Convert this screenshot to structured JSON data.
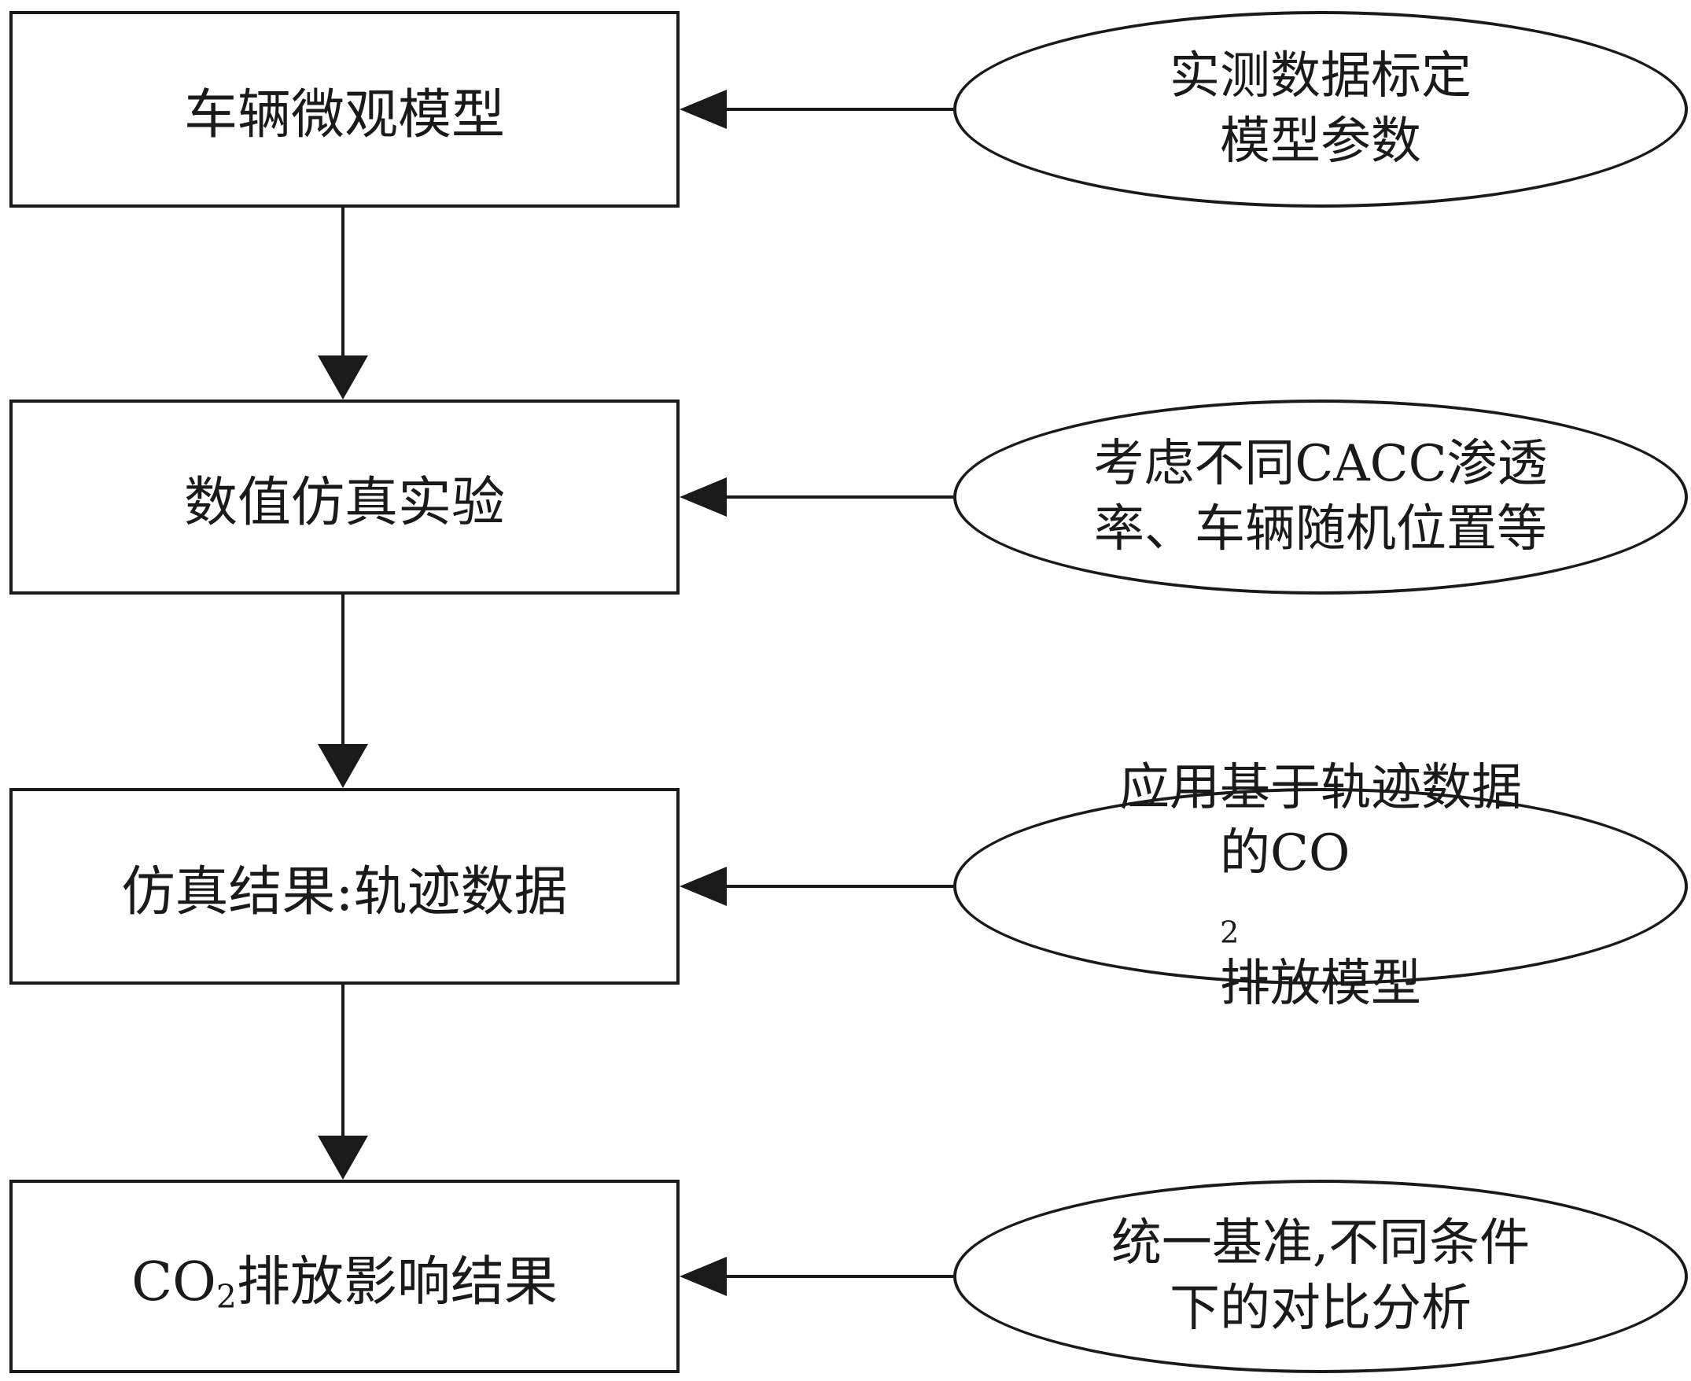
{
  "steps": [
    {
      "label": "车辆微观模型"
    },
    {
      "label": "数值仿真实验"
    },
    {
      "label": "仿真结果:轨迹数据"
    },
    {
      "label_pre": "CO",
      "label_sub": "2",
      "label_post": "排放影响结果"
    }
  ],
  "notes": [
    {
      "line1": "实测数据标定",
      "line2": "模型参数"
    },
    {
      "line1": "考虑不同CACC渗透",
      "line2": "率、车辆随机位置等"
    },
    {
      "line1": "应用基于轨迹数据",
      "line2_pre": "的CO",
      "line2_sub": "2",
      "line2_post": "排放模型"
    },
    {
      "line1": "统一基准,不同条件",
      "line2": "下的对比分析"
    }
  ],
  "colors": {
    "stroke": "#1a1a1a",
    "background": "#ffffff"
  }
}
